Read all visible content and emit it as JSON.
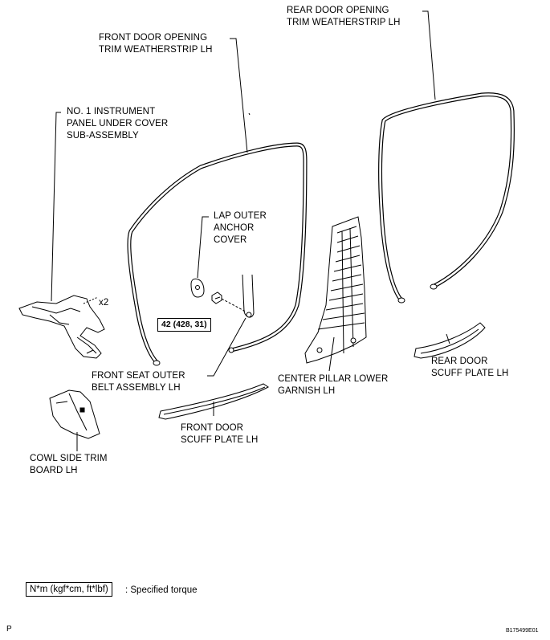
{
  "labels": {
    "rear_door_opening": [
      "REAR DOOR OPENING",
      "TRIM WEATHERSTRIP LH"
    ],
    "front_door_opening": [
      "FRONT DOOR OPENING",
      "TRIM WEATHERSTRIP LH"
    ],
    "instrument_panel": [
      "NO. 1 INSTRUMENT",
      "PANEL UNDER COVER",
      "SUB-ASSEMBLY"
    ],
    "lap_outer": [
      "LAP OUTER",
      "ANCHOR",
      "COVER"
    ],
    "front_seat_belt": [
      "FRONT SEAT OUTER",
      "BELT ASSEMBLY LH"
    ],
    "center_pillar": [
      "CENTER PILLAR LOWER",
      "GARNISH LH"
    ],
    "rear_scuff": [
      "REAR DOOR",
      "SCUFF PLATE LH"
    ],
    "front_scuff": [
      "FRONT DOOR",
      "SCUFF PLATE LH"
    ],
    "cowl_side": [
      "COWL SIDE TRIM",
      "BOARD LH"
    ]
  },
  "quantity": "x2",
  "torque": "42 (428, 31)",
  "legend": {
    "unit": "N*m (kgf*cm, ft*lbf)",
    "text": ": Specified torque"
  },
  "corner_letter": "P",
  "figure_code": "B175499E01"
}
